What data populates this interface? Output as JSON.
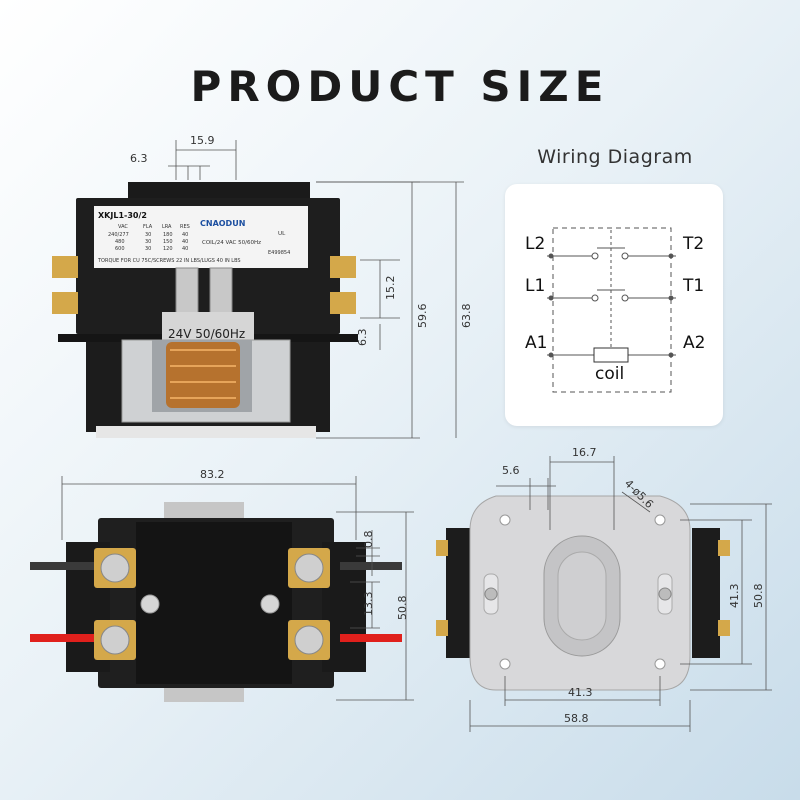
{
  "title": "PRODUCT SIZE",
  "wiring": {
    "title": "Wiring Diagram",
    "labels": {
      "l2": "L2",
      "t2": "T2",
      "l1": "L1",
      "t1": "T1",
      "a1": "A1",
      "a2": "A2",
      "coil": "coil"
    }
  },
  "front": {
    "model": "XKJL1-30/2",
    "brand": "CNAODUN",
    "table_headers": [
      "VAC",
      "FLA",
      "LRA",
      "RES"
    ],
    "table_rows": [
      [
        "240/277",
        "30",
        "180",
        "40"
      ],
      [
        "480",
        "30",
        "150",
        "40"
      ],
      [
        "600",
        "30",
        "120",
        "40"
      ]
    ],
    "coil_info": "COIL/24 VAC 50/60Hz",
    "cert_no": "E499854",
    "torque": "TORQUE FOR CU 75C/SCREWS 22 IN LBS/LUGS 40 IN LBS",
    "coil_label": "24V 50/60Hz",
    "dims": {
      "d1": "15.9",
      "d2": "6.3",
      "d3": "15.2",
      "d4": "6.3",
      "d5": "59.6",
      "d6": "63.8"
    }
  },
  "top_view": {
    "dims": {
      "d1": "83.2",
      "d2": "0.8",
      "d3": "13.3",
      "d4": "50.8"
    }
  },
  "bottom_view": {
    "dims": {
      "d1": "16.7",
      "d2": "5.6",
      "d3": "4-ø5.6",
      "d4": "41.3",
      "d5": "50.8",
      "d6": "41.3",
      "d7": "58.8"
    }
  },
  "colors": {
    "accent_bg": "#dbe9f2",
    "body": "#1c1c1c",
    "terminal": "#d4a84a",
    "wire_red": "#e0201c",
    "plate": "#d8d8da"
  }
}
